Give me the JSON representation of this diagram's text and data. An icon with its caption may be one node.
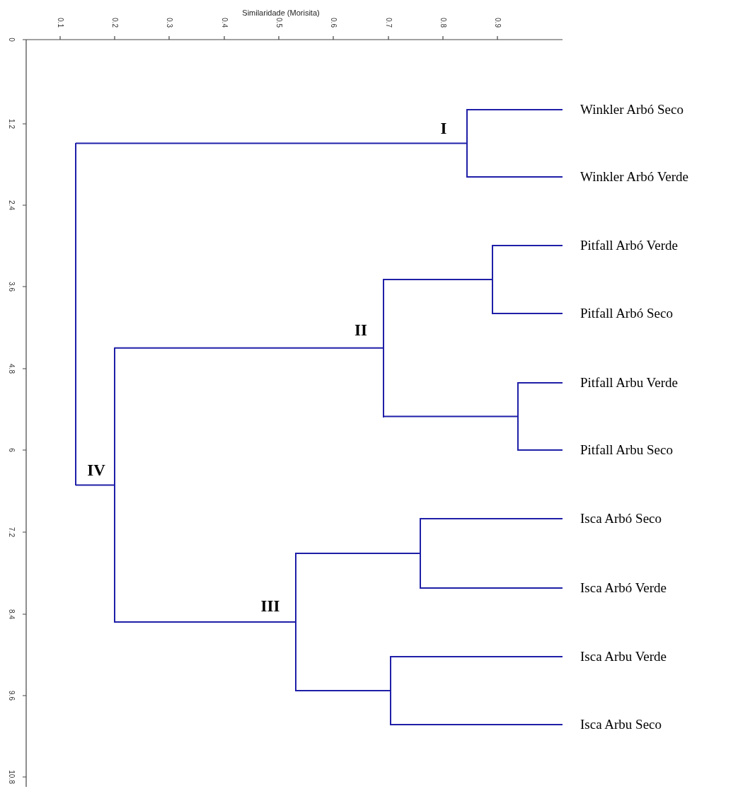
{
  "diagram": {
    "nodes": [
      {
        "text": [
          "Winkler Arbó Seco"
        ]
      },
      {
        "text": [
          "Winkler Arbó Verde"
        ]
      },
      {
        "text": [
          "Pitfall Arbó Verde"
        ]
      },
      {
        "text": [
          "Pitfall Arbó Seco"
        ]
      },
      {
        "text": [
          "Pitfall Arbu Verde"
        ]
      },
      {
        "text": [
          "Pitfall Arbu Seco"
        ]
      },
      {
        "text": [
          "Isca Arbó Seco"
        ]
      },
      {
        "text": [
          "Isca Arbó Verde"
        ]
      },
      {
        "text": [
          "Isca Arbu Verde"
        ]
      },
      {
        "text": [
          "Isca Arbu Seco"
        ]
      },
      {
        "text": [],
        "shape": "bar"
      },
      {
        "text": [],
        "shape": "bar"
      },
      {
        "text": [],
        "shape": "bar"
      },
      {
        "text": [],
        "shape": "bar"
      },
      {
        "text": [],
        "shape": "bar"
      },
      {
        "text": [],
        "shape": "bar"
      },
      {
        "text": [],
        "shape": "bar"
      },
      {
        "text": [],
        "shape": "bar"
      },
      {
        "text": [],
        "shape": "bar"
      }
    ],
    "edges": [
      {
        "from": 10,
        "to": 0,
        "arrow": "none"
      },
      {
        "from": 10,
        "to": 1,
        "arrow": "none"
      },
      {
        "from": 11,
        "to": 2,
        "arrow": "none"
      },
      {
        "from": 11,
        "to": 3,
        "arrow": "none"
      },
      {
        "from": 12,
        "to": 4,
        "arrow": "none"
      },
      {
        "from": 12,
        "to": 5,
        "arrow": "none"
      },
      {
        "from": 13,
        "to": 11,
        "arrow": "none"
      },
      {
        "from": 13,
        "to": 12,
        "arrow": "none"
      },
      {
        "from": 14,
        "to": 6,
        "arrow": "none"
      },
      {
        "from": 14,
        "to": 7,
        "arrow": "none"
      },
      {
        "from": 15,
        "to": 8,
        "arrow": "none"
      },
      {
        "from": 15,
        "to": 9,
        "arrow": "none"
      },
      {
        "from": 16,
        "to": 14,
        "arrow": "none"
      },
      {
        "from": 16,
        "to": 15,
        "arrow": "none"
      },
      {
        "from": 17,
        "to": 13,
        "arrow": "none"
      },
      {
        "from": 17,
        "to": 16,
        "arrow": "none"
      },
      {
        "from": 18,
        "to": 10,
        "arrow": "none"
      },
      {
        "from": 18,
        "to": 17,
        "arrow": "none"
      }
    ],
    "labels": [
      "Similaridade (Morisita)",
      "0.1",
      "0.2",
      "0.3",
      "0.4",
      "0.5",
      "0.6",
      "0.7",
      "0.8",
      "0.9",
      "0",
      "1.2",
      "2.4",
      "3.6",
      "4.8",
      "6",
      "7.2",
      "8.4",
      "9.6",
      "10.8",
      "I",
      "II",
      "III",
      "IV"
    ]
  }
}
